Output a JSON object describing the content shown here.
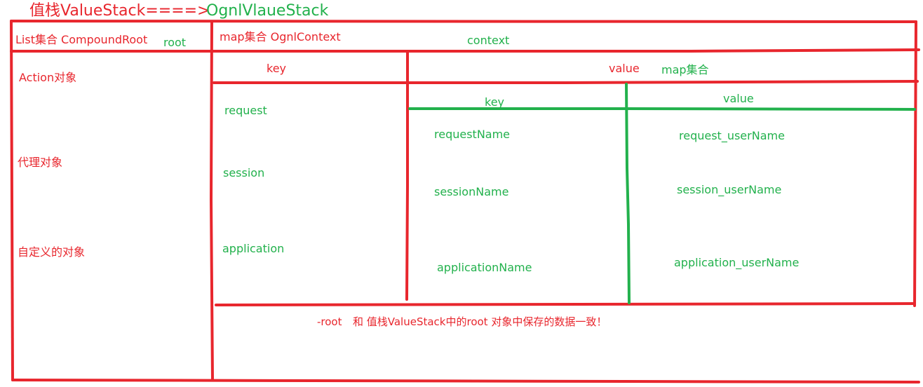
{
  "title": {
    "part1": "值栈ValueStack====>",
    "part2": "OgnlVlaueStack"
  },
  "left": {
    "header": "List集合 CompoundRoot",
    "root_label": "root",
    "items": [
      "Action对象",
      "代理对象",
      "自定义的对象"
    ]
  },
  "right": {
    "header": "map集合   OgnlContext",
    "context_label": "context",
    "key_header": "key",
    "value_header": "value",
    "map_label": "map集合",
    "scopes": [
      "request",
      "session",
      "application"
    ],
    "inner": {
      "key_header": "key",
      "value_header": "value",
      "keys": [
        "requestName",
        "sessionName",
        "applicationName"
      ],
      "values": [
        "request_userName",
        "session_userName",
        "application_userName"
      ]
    },
    "note": {
      "prefix": "-root",
      "text": "和 值栈ValueStack中的root 对象中保存的数据一致！"
    }
  }
}
